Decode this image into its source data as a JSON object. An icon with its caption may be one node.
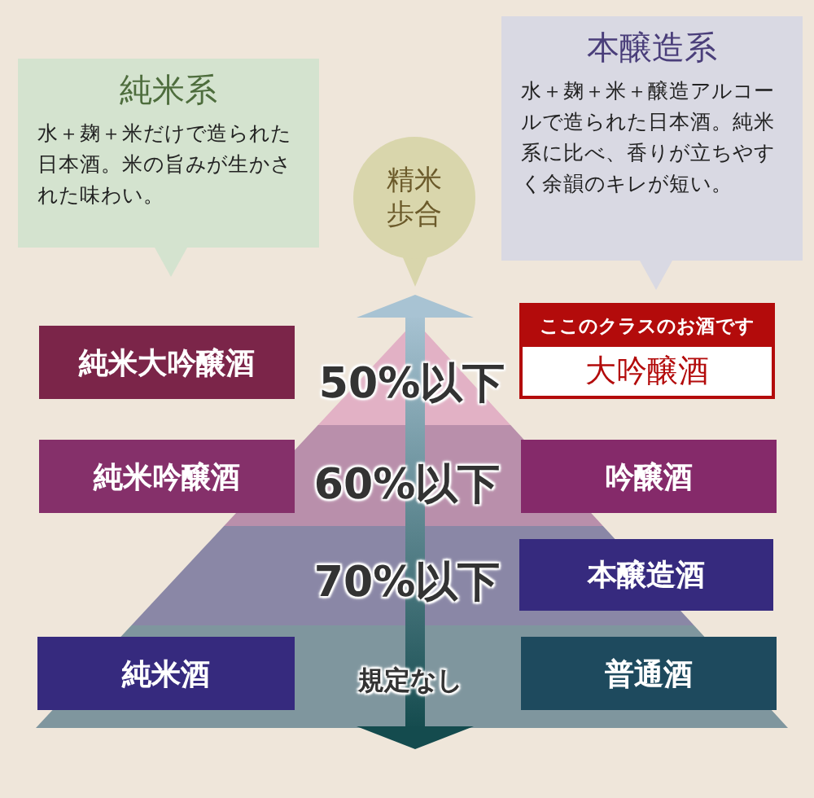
{
  "diagram": {
    "nodes": [
      {
        "text": [
          "純米系",
          "水＋麹＋米だけで造られた日本酒。米の旨みが生かされた味わい。"
        ]
      },
      {
        "text": [
          "精米歩合"
        ]
      },
      {
        "text": [
          "本醸造系",
          "水＋麹＋米＋醸造アルコールで造られた日本酒。純米系に比べ、香りが立ちやすく余韻のキレが短い。"
        ]
      },
      {
        "text": [
          "純米大吟醸酒"
        ]
      },
      {
        "text": [
          "ここのクラスのお酒です",
          "大吟醸酒"
        ]
      },
      {
        "text": [
          "純米吟醸酒"
        ]
      },
      {
        "text": [
          "吟醸酒"
        ]
      },
      {
        "text": [
          "本醸造酒"
        ]
      },
      {
        "text": [
          "純米酒"
        ]
      },
      {
        "text": [
          "普通酒"
        ]
      }
    ],
    "labels": [
      "50%以下",
      "60%以下",
      "70%以下",
      "規定なし"
    ]
  }
}
